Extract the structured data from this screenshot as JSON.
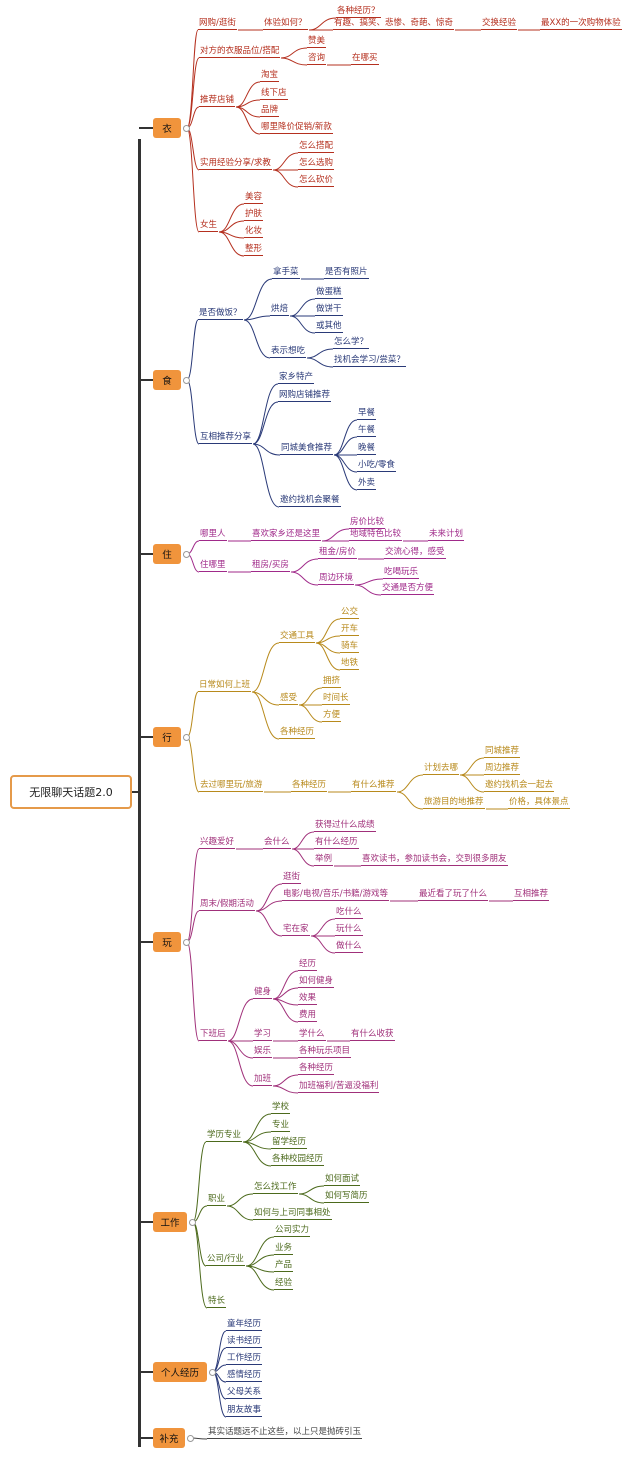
{
  "root": "无限聊天话题2.0",
  "categories": [
    {
      "key": "yi",
      "label": "衣",
      "color": "#b5301f"
    },
    {
      "key": "shi",
      "label": "食",
      "color": "#2a3a78"
    },
    {
      "key": "zhu",
      "label": "住",
      "color": "#a02a8a"
    },
    {
      "key": "xing",
      "label": "行",
      "color": "#b88a1c"
    },
    {
      "key": "wan",
      "label": "玩",
      "color": "#a0307a"
    },
    {
      "key": "gz",
      "label": "工作",
      "color": "#4c6a1c"
    },
    {
      "key": "gr",
      "label": "个人经历",
      "color": "#2a3a78"
    },
    {
      "key": "bc",
      "label": "补充",
      "color": "#444444"
    }
  ],
  "nodes": [
    {
      "id": "n1",
      "cat": "yi",
      "text": "网购/逛街"
    },
    {
      "id": "n2",
      "cat": "yi",
      "text": "体验如何？"
    },
    {
      "id": "n3",
      "cat": "yi",
      "text": "各种经历？"
    },
    {
      "id": "n4",
      "cat": "yi",
      "text": "有趣、搞笑、悲惨、奇葩、惊奇"
    },
    {
      "id": "n5",
      "cat": "yi",
      "text": "交换经验"
    },
    {
      "id": "n6",
      "cat": "yi",
      "text": "最XX的一次购物体验"
    },
    {
      "id": "n7",
      "cat": "yi",
      "text": "对方的衣服品位/搭配"
    },
    {
      "id": "n8",
      "cat": "yi",
      "text": "赞美"
    },
    {
      "id": "n9",
      "cat": "yi",
      "text": "咨询"
    },
    {
      "id": "n10",
      "cat": "yi",
      "text": "在哪买"
    },
    {
      "id": "n11",
      "cat": "yi",
      "text": "推荐店铺"
    },
    {
      "id": "n12",
      "cat": "yi",
      "text": "淘宝"
    },
    {
      "id": "n13",
      "cat": "yi",
      "text": "线下店"
    },
    {
      "id": "n14",
      "cat": "yi",
      "text": "品牌"
    },
    {
      "id": "n15",
      "cat": "yi",
      "text": "哪里降价促销/新款"
    },
    {
      "id": "n16",
      "cat": "yi",
      "text": "实用经验分享/求教"
    },
    {
      "id": "n17",
      "cat": "yi",
      "text": "怎么搭配"
    },
    {
      "id": "n18",
      "cat": "yi",
      "text": "怎么选购"
    },
    {
      "id": "n19",
      "cat": "yi",
      "text": "怎么砍价"
    },
    {
      "id": "n20",
      "cat": "yi",
      "text": "女生"
    },
    {
      "id": "n21",
      "cat": "yi",
      "text": "美容"
    },
    {
      "id": "n22",
      "cat": "yi",
      "text": "护肤"
    },
    {
      "id": "n23",
      "cat": "yi",
      "text": "化妆"
    },
    {
      "id": "n24",
      "cat": "yi",
      "text": "整形"
    },
    {
      "id": "s1",
      "cat": "shi",
      "text": "是否做饭？"
    },
    {
      "id": "s2",
      "cat": "shi",
      "text": "拿手菜"
    },
    {
      "id": "s3",
      "cat": "shi",
      "text": "是否有照片"
    },
    {
      "id": "s4",
      "cat": "shi",
      "text": "烘焙"
    },
    {
      "id": "s5",
      "cat": "shi",
      "text": "做蛋糕"
    },
    {
      "id": "s6",
      "cat": "shi",
      "text": "做饼干"
    },
    {
      "id": "s7",
      "cat": "shi",
      "text": "或其他"
    },
    {
      "id": "s8",
      "cat": "shi",
      "text": "表示想吃"
    },
    {
      "id": "s9",
      "cat": "shi",
      "text": "怎么学？"
    },
    {
      "id": "s10",
      "cat": "shi",
      "text": "找机会学习/尝菜？"
    },
    {
      "id": "s11",
      "cat": "shi",
      "text": "互相推荐分享"
    },
    {
      "id": "s12",
      "cat": "shi",
      "text": "家乡特产"
    },
    {
      "id": "s13",
      "cat": "shi",
      "text": "网购店铺推荐"
    },
    {
      "id": "s14",
      "cat": "shi",
      "text": "同城美食推荐"
    },
    {
      "id": "s15",
      "cat": "shi",
      "text": "早餐"
    },
    {
      "id": "s16",
      "cat": "shi",
      "text": "午餐"
    },
    {
      "id": "s17",
      "cat": "shi",
      "text": "晚餐"
    },
    {
      "id": "s18",
      "cat": "shi",
      "text": "小吃/零食"
    },
    {
      "id": "s19",
      "cat": "shi",
      "text": "外卖"
    },
    {
      "id": "s20",
      "cat": "shi",
      "text": "邀约找机会聚餐"
    },
    {
      "id": "z1",
      "cat": "zhu",
      "text": "哪里人"
    },
    {
      "id": "z2",
      "cat": "zhu",
      "text": "喜欢家乡还是这里"
    },
    {
      "id": "z3",
      "cat": "zhu",
      "text": "房价比较"
    },
    {
      "id": "z4",
      "cat": "zhu",
      "text": "地域特色比较"
    },
    {
      "id": "z5",
      "cat": "zhu",
      "text": "未来计划"
    },
    {
      "id": "z6",
      "cat": "zhu",
      "text": "住哪里"
    },
    {
      "id": "z7",
      "cat": "zhu",
      "text": "租房/买房"
    },
    {
      "id": "z8",
      "cat": "zhu",
      "text": "租金/房价"
    },
    {
      "id": "z9",
      "cat": "zhu",
      "text": "交流心得，感受"
    },
    {
      "id": "z10",
      "cat": "zhu",
      "text": "周边环境"
    },
    {
      "id": "z11",
      "cat": "zhu",
      "text": "吃喝玩乐"
    },
    {
      "id": "z12",
      "cat": "zhu",
      "text": "交通是否方便"
    },
    {
      "id": "x1",
      "cat": "xing",
      "text": "日常如何上班"
    },
    {
      "id": "x2",
      "cat": "xing",
      "text": "交通工具"
    },
    {
      "id": "x3",
      "cat": "xing",
      "text": "公交"
    },
    {
      "id": "x4",
      "cat": "xing",
      "text": "开车"
    },
    {
      "id": "x5",
      "cat": "xing",
      "text": "骑车"
    },
    {
      "id": "x6",
      "cat": "xing",
      "text": "地铁"
    },
    {
      "id": "x7",
      "cat": "xing",
      "text": "感受"
    },
    {
      "id": "x8",
      "cat": "xing",
      "text": "拥挤"
    },
    {
      "id": "x9",
      "cat": "xing",
      "text": "时间长"
    },
    {
      "id": "x10",
      "cat": "xing",
      "text": "方便"
    },
    {
      "id": "x11",
      "cat": "xing",
      "text": "各种经历"
    },
    {
      "id": "x12",
      "cat": "xing",
      "text": "去过哪里玩/旅游"
    },
    {
      "id": "x13",
      "cat": "xing",
      "text": "各种经历"
    },
    {
      "id": "x14",
      "cat": "xing",
      "text": "有什么推荐"
    },
    {
      "id": "x15",
      "cat": "xing",
      "text": "计划去哪"
    },
    {
      "id": "x16",
      "cat": "xing",
      "text": "同城推荐"
    },
    {
      "id": "x17",
      "cat": "xing",
      "text": "周边推荐"
    },
    {
      "id": "x18",
      "cat": "xing",
      "text": "邀约找机会一起去"
    },
    {
      "id": "x19",
      "cat": "xing",
      "text": "旅游目的地推荐"
    },
    {
      "id": "x20",
      "cat": "xing",
      "text": "价格，具体景点"
    },
    {
      "id": "w1",
      "cat": "wan",
      "text": "兴趣爱好"
    },
    {
      "id": "w2",
      "cat": "wan",
      "text": "会什么"
    },
    {
      "id": "w3",
      "cat": "wan",
      "text": "获得过什么成绩"
    },
    {
      "id": "w4",
      "cat": "wan",
      "text": "有什么经历"
    },
    {
      "id": "w5",
      "cat": "wan",
      "text": "举例"
    },
    {
      "id": "w6",
      "cat": "wan",
      "text": "喜欢读书，参加读书会，交到很多朋友"
    },
    {
      "id": "w7",
      "cat": "wan",
      "text": "周末/假期活动"
    },
    {
      "id": "w8",
      "cat": "wan",
      "text": "逛街"
    },
    {
      "id": "w9",
      "cat": "wan",
      "text": "电影/电视/音乐/书籍/游戏等"
    },
    {
      "id": "w10",
      "cat": "wan",
      "text": "最近看了玩了什么"
    },
    {
      "id": "w11",
      "cat": "wan",
      "text": "互相推荐"
    },
    {
      "id": "w12",
      "cat": "wan",
      "text": "宅在家"
    },
    {
      "id": "w13",
      "cat": "wan",
      "text": "吃什么"
    },
    {
      "id": "w14",
      "cat": "wan",
      "text": "玩什么"
    },
    {
      "id": "w15",
      "cat": "wan",
      "text": "做什么"
    },
    {
      "id": "w16",
      "cat": "wan",
      "text": "健身"
    },
    {
      "id": "w17",
      "cat": "wan",
      "text": "经历"
    },
    {
      "id": "w18",
      "cat": "wan",
      "text": "如何健身"
    },
    {
      "id": "w19",
      "cat": "wan",
      "text": "效果"
    },
    {
      "id": "w20",
      "cat": "wan",
      "text": "费用"
    },
    {
      "id": "w21",
      "cat": "wan",
      "text": "下班后"
    },
    {
      "id": "w22",
      "cat": "wan",
      "text": "学习"
    },
    {
      "id": "w23",
      "cat": "wan",
      "text": "学什么"
    },
    {
      "id": "w24",
      "cat": "wan",
      "text": "有什么收获"
    },
    {
      "id": "w25",
      "cat": "wan",
      "text": "娱乐"
    },
    {
      "id": "w26",
      "cat": "wan",
      "text": "各种玩乐项目"
    },
    {
      "id": "w27",
      "cat": "wan",
      "text": "加班"
    },
    {
      "id": "w28",
      "cat": "wan",
      "text": "各种经历"
    },
    {
      "id": "w29",
      "cat": "wan",
      "text": "加班福利/苦逼没福利"
    },
    {
      "id": "g1",
      "cat": "gz",
      "text": "学历专业"
    },
    {
      "id": "g2",
      "cat": "gz",
      "text": "学校"
    },
    {
      "id": "g3",
      "cat": "gz",
      "text": "专业"
    },
    {
      "id": "g4",
      "cat": "gz",
      "text": "留学经历"
    },
    {
      "id": "g5",
      "cat": "gz",
      "text": "各种校园经历"
    },
    {
      "id": "g6",
      "cat": "gz",
      "text": "职业"
    },
    {
      "id": "g7",
      "cat": "gz",
      "text": "怎么找工作"
    },
    {
      "id": "g8",
      "cat": "gz",
      "text": "如何面试"
    },
    {
      "id": "g9",
      "cat": "gz",
      "text": "如何写简历"
    },
    {
      "id": "g10",
      "cat": "gz",
      "text": "如何与上司同事相处"
    },
    {
      "id": "g11",
      "cat": "gz",
      "text": "公司/行业"
    },
    {
      "id": "g12",
      "cat": "gz",
      "text": "公司实力"
    },
    {
      "id": "g13",
      "cat": "gz",
      "text": "业务"
    },
    {
      "id": "g14",
      "cat": "gz",
      "text": "产品"
    },
    {
      "id": "g15",
      "cat": "gz",
      "text": "经验"
    },
    {
      "id": "g16",
      "cat": "gz",
      "text": "特长"
    },
    {
      "id": "r1",
      "cat": "gr",
      "text": "童年经历"
    },
    {
      "id": "r2",
      "cat": "gr",
      "text": "读书经历"
    },
    {
      "id": "r3",
      "cat": "gr",
      "text": "工作经历"
    },
    {
      "id": "r4",
      "cat": "gr",
      "text": "感情经历"
    },
    {
      "id": "r5",
      "cat": "gr",
      "text": "父母关系"
    },
    {
      "id": "r6",
      "cat": "gr",
      "text": "朋友故事"
    },
    {
      "id": "b1",
      "cat": "bc",
      "text": "其实话题远不止这些，以上只是抛砖引玉"
    }
  ]
}
